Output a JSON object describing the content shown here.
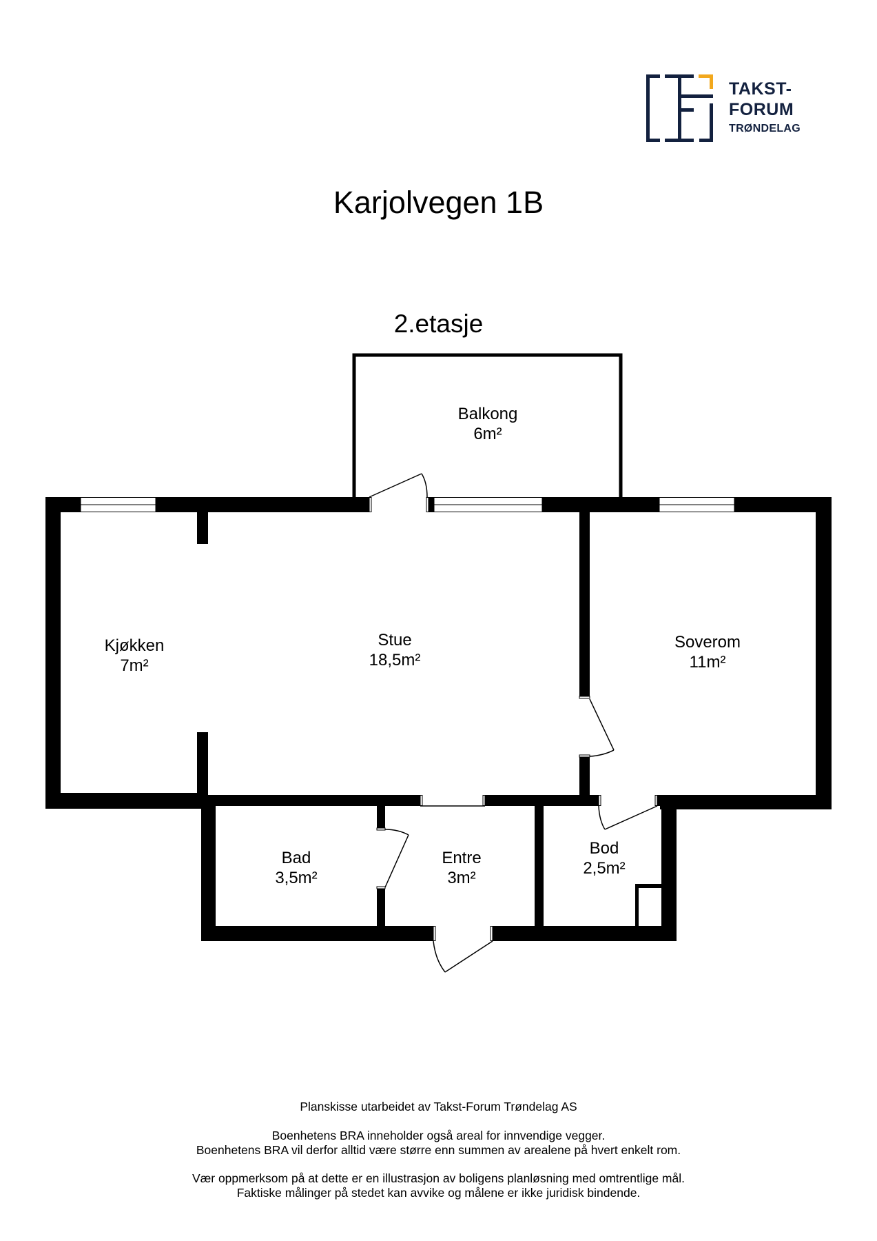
{
  "logo": {
    "line1": "TAKST-",
    "line2": "FORUM",
    "line3": "TRØNDELAG",
    "icon": "takst-forum-bracket-logo-icon",
    "colors": {
      "primary": "#13213f",
      "accent": "#f2a81d"
    }
  },
  "header": {
    "title": "Karjolvegen 1B"
  },
  "plan": {
    "floor_label": "2.etasje",
    "wall_color": "#000000",
    "rooms": [
      {
        "name": "Balkong",
        "area": "6m²"
      },
      {
        "name": "Kjøkken",
        "area": "7m²"
      },
      {
        "name": "Stue",
        "area": "18,5m²"
      },
      {
        "name": "Soverom",
        "area": "11m²"
      },
      {
        "name": "Bad",
        "area": "3,5m²"
      },
      {
        "name": "Entre",
        "area": "3m²"
      },
      {
        "name": "Bod",
        "area": "2,5m²"
      }
    ]
  },
  "footer": {
    "credit": "Planskisse utarbeidet av Takst-Forum Trøndelag AS",
    "bra_note_1": "Boenhetens BRA inneholder også areal for innvendige vegger.",
    "bra_note_2": "Boenhetens BRA vil derfor alltid være større enn summen av arealene på hvert enkelt rom.",
    "disclaimer_1": "Vær oppmerksom på at dette er en illustrasjon av boligens planløsning med omtrentlige mål.",
    "disclaimer_2": "Faktiske målinger på stedet kan avvike og målene er ikke juridisk bindende."
  }
}
